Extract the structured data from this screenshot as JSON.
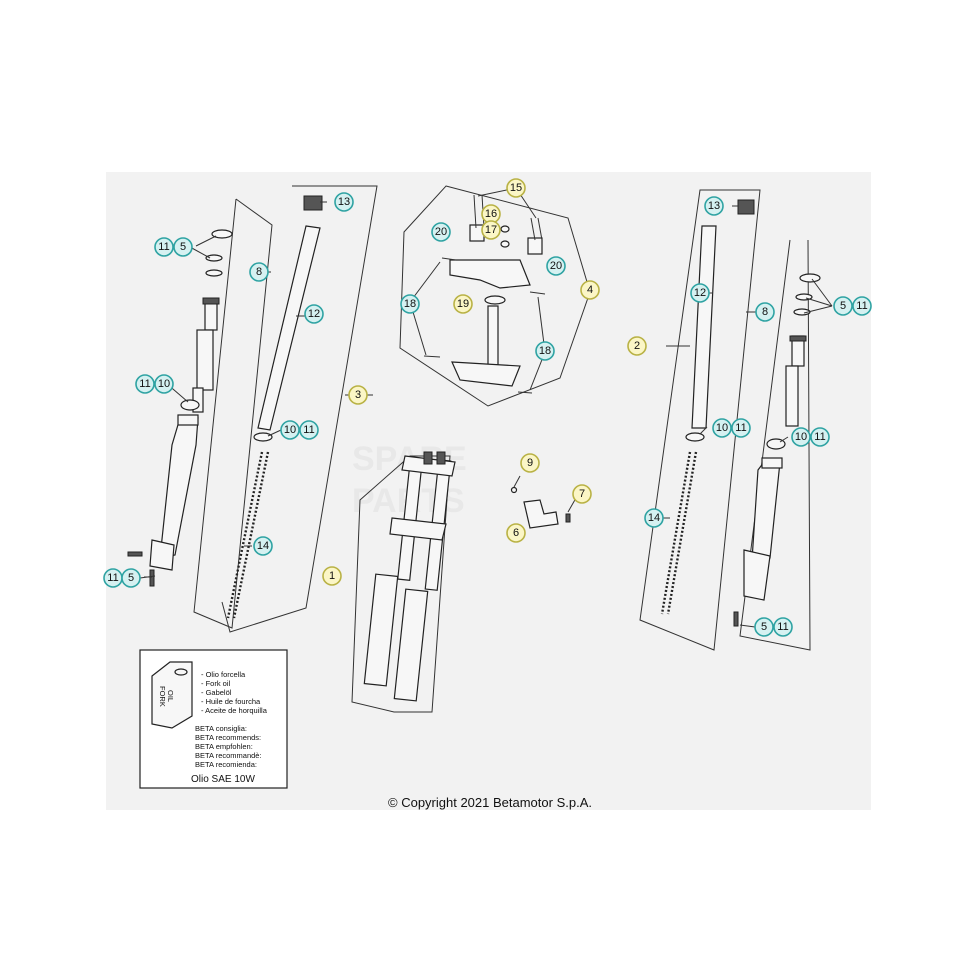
{
  "callouts": {
    "c_1": "1",
    "c_2": "2",
    "c_3": "3",
    "c_4": "4",
    "c_6": "6",
    "c_7": "7",
    "c_9": "9",
    "c_8a": "8",
    "c_8b": "8",
    "c_12a": "12",
    "c_12b": "12",
    "c_13a": "13",
    "c_13b": "13",
    "c_14a": "14",
    "c_14b": "14",
    "c_15": "15",
    "c_16": "16",
    "c_17": "17",
    "c_18a": "18",
    "c_18b": "18",
    "c_19": "19",
    "c_20a": "20",
    "c_20b": "20",
    "c_10a": "10",
    "c_11a": "11",
    "c_10b": "10",
    "c_11b": "11",
    "c_10c": "10",
    "c_11c": "11",
    "c_10d": "10",
    "c_11d": "11",
    "c_11e": "11",
    "c_5e": "5",
    "c_11f": "11",
    "c_5f": "5",
    "c_5g": "5",
    "c_11g": "11",
    "c_5h": "5",
    "c_11h": "11"
  },
  "legend": {
    "lines": [
      "- Olio forcella",
      "- Fork oil",
      "- Gabelöl",
      "- Huile de fourcha",
      "- Aceite de horquilla"
    ],
    "recommend": [
      "BETA consiglia:",
      "BETA recommends:",
      "BETA empfohlen:",
      "BETA recommandè:",
      "BETA recomienda:"
    ],
    "oil": "Olio SAE 10W",
    "can_label_1": "FORK",
    "can_label_2": "OIL"
  },
  "copyright": "© Copyright 2021 Betamotor S.p.A.",
  "colors": {
    "callout_teal": "#2fa3a3",
    "callout_yellow": "#b9b245",
    "background_panel": "#f2f2f2"
  }
}
